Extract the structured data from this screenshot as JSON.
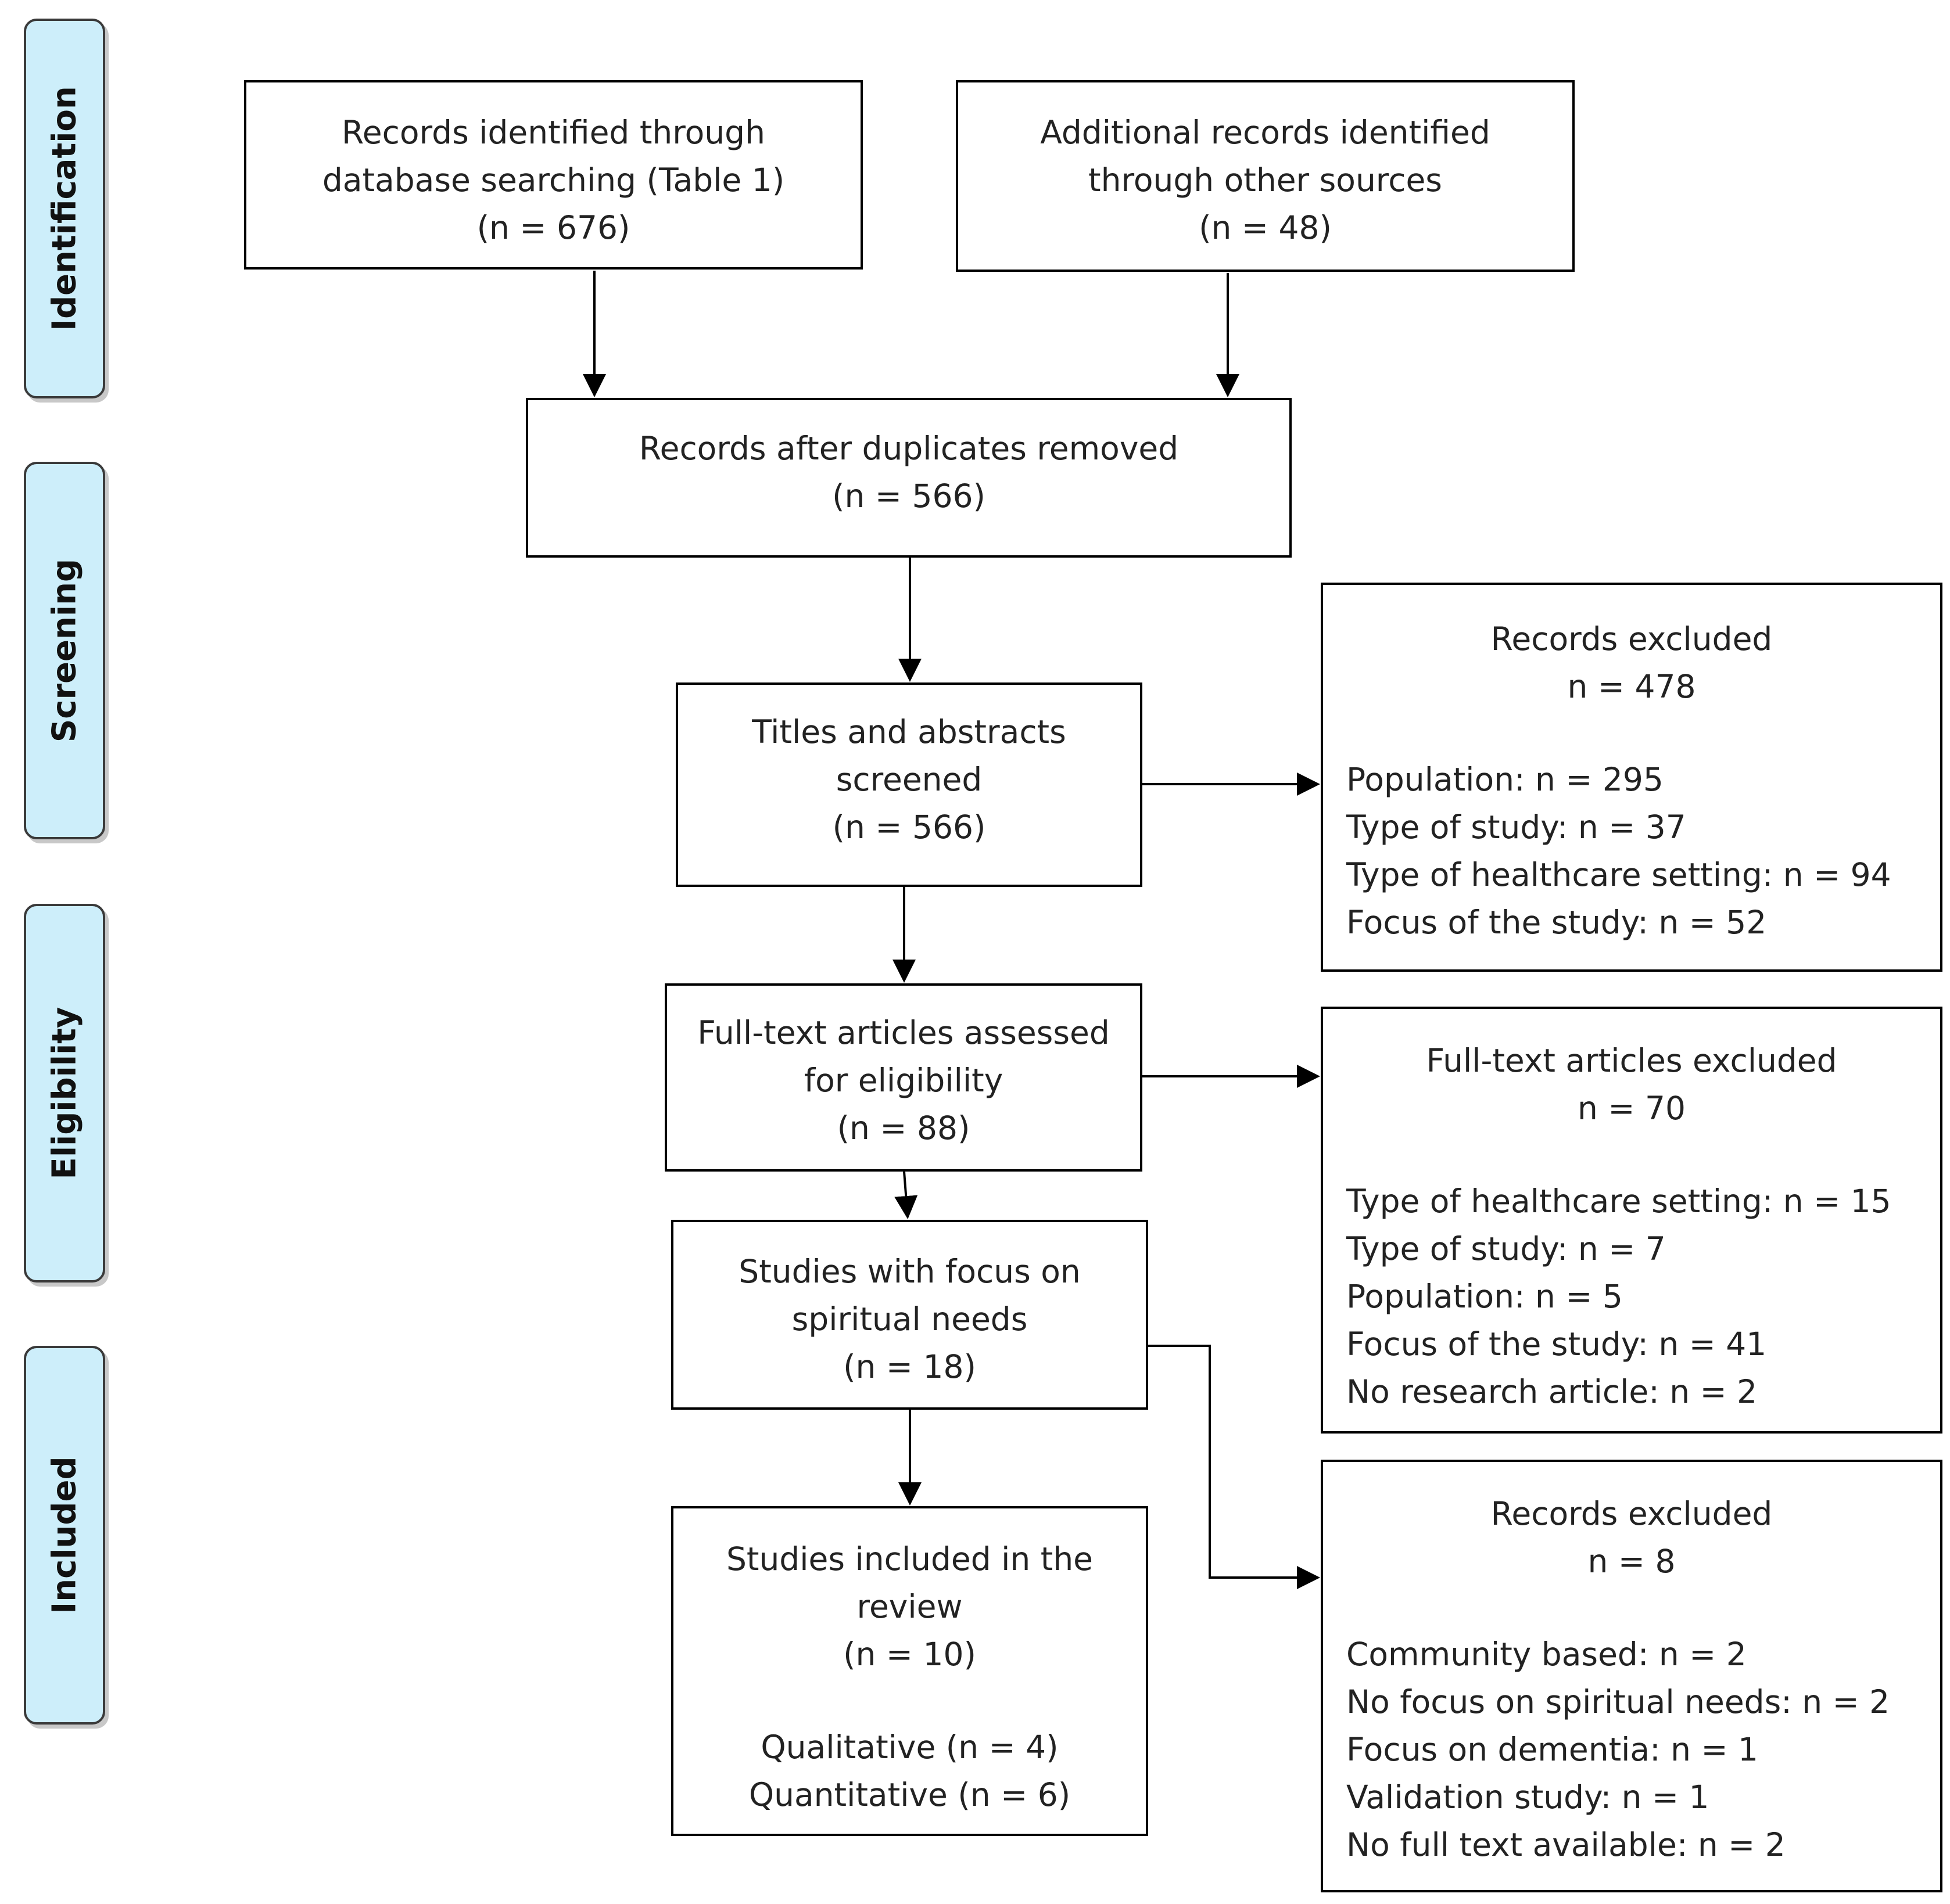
{
  "phases": {
    "identification": "Identification",
    "screening": "Screening",
    "eligibility": "Eligibility",
    "included": "Included"
  },
  "boxes": {
    "database": {
      "line1": "Records identified through",
      "line2": "database searching (Table 1)",
      "line3": "(n = 676)"
    },
    "other_sources": {
      "line1": "Additional records identified",
      "line2": "through other sources",
      "line3": "(n = 48)"
    },
    "after_duplicates": {
      "line1": "Records after duplicates removed",
      "line2": "(n = 566)"
    },
    "screened": {
      "line1": "Titles and abstracts",
      "line2": "screened",
      "line3": "(n = 566)"
    },
    "excluded_screening": {
      "title": "Records excluded",
      "count": "n = 478",
      "items": [
        "Population: n = 295",
        "Type of study: n = 37",
        "Type of healthcare setting: n = 94",
        "Focus of the study: n = 52"
      ]
    },
    "fulltext_assessed": {
      "line1": "Full-text articles assessed",
      "line2": "for eligibility",
      "line3": "(n = 88)"
    },
    "fulltext_excluded": {
      "title": "Full-text articles excluded",
      "count": "n = 70",
      "items": [
        "Type of healthcare setting: n = 15",
        "Type of study: n = 7",
        "Population: n = 5",
        "Focus of the study: n = 41",
        "No research article: n = 2"
      ]
    },
    "spiritual_focus": {
      "line1": "Studies with focus on",
      "line2": "spiritual needs",
      "line3": "(n = 18)"
    },
    "included": {
      "line1": "Studies included in the",
      "line2": "review",
      "line3": "(n = 10)",
      "line4": "Qualitative (n = 4)",
      "line5": "Quantitative (n = 6)"
    },
    "excluded_final": {
      "title": "Records excluded",
      "count": "n = 8",
      "items": [
        "Community based: n = 2",
        "No focus on spiritual needs: n = 2",
        "Focus on dementia: n = 1",
        "Validation study: n = 1",
        "No full text available: n = 2"
      ]
    }
  },
  "colors": {
    "phase_fill": "#cdeefa",
    "phase_border": "#3a3a3a",
    "box_border": "#000000",
    "arrow": "#000000"
  }
}
